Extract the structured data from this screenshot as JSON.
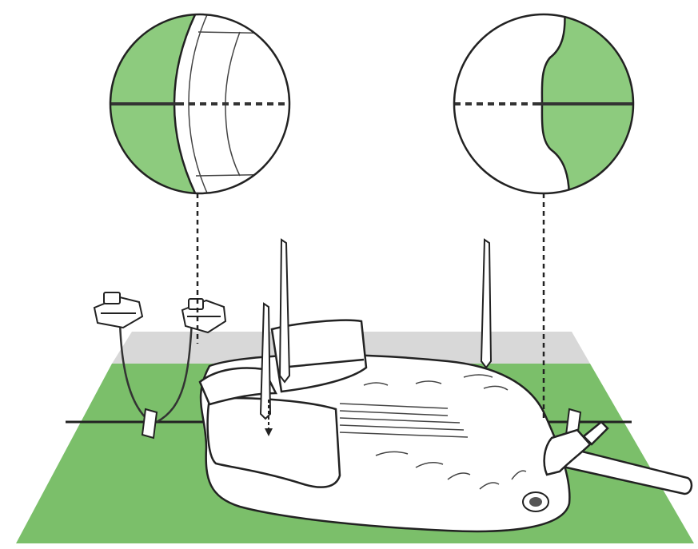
{
  "figure": {
    "kind": "installation-illustration",
    "colors": {
      "lawn": "#7bbf6a",
      "lawn_dark": "#6aaf5a",
      "charging_area": "#d8d8d8",
      "outline": "#222222",
      "zoom_green": "#8dcb7e",
      "background": "#ffffff"
    },
    "callouts": [
      {
        "id": "left",
        "detail": "boundary-wire-entering-station"
      },
      {
        "id": "right",
        "detail": "boundary-wire-exiting-station"
      }
    ],
    "icons": [
      "robotic-lawnmower-icon",
      "charging-station-icon",
      "hammer-icon",
      "stake-icon",
      "wire-connector-icon",
      "wire-clip-icon"
    ]
  }
}
